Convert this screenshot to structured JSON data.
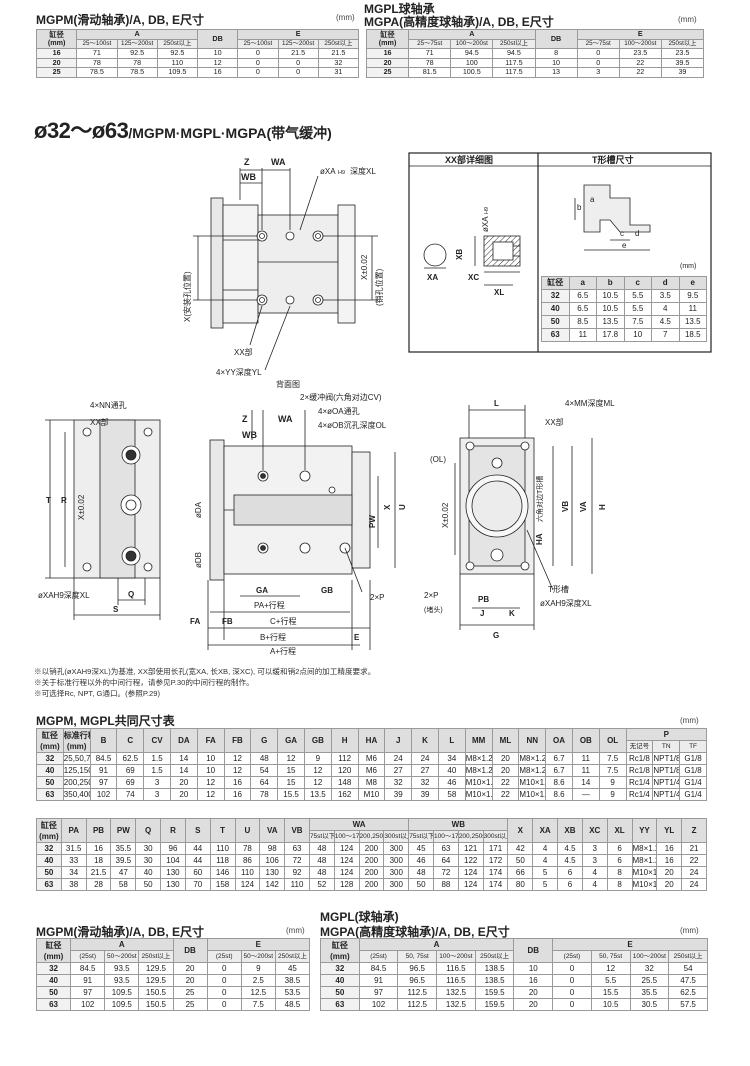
{
  "top_left": {
    "title": "MGPM(滑动轴承)/A, DB, E尺寸",
    "unit": "(mm)",
    "h1": [
      "缸径\n(mm)",
      "A",
      "DB",
      "E"
    ],
    "h2": [
      "25～100st",
      "125～200st",
      "250st以上",
      "25～100st",
      "125～200st",
      "250st以上"
    ],
    "rows": [
      [
        "16",
        "71",
        "92.5",
        "92.5",
        "10",
        "0",
        "21.5",
        "21.5"
      ],
      [
        "20",
        "78",
        "78",
        "110",
        "12",
        "0",
        "0",
        "32"
      ],
      [
        "25",
        "78.5",
        "78.5",
        "109.5",
        "16",
        "0",
        "0",
        "31"
      ]
    ]
  },
  "top_right": {
    "title1": "MGPL球轴承",
    "title2": "MGPA(高精度球轴承)/A, DB, E尺寸",
    "unit": "(mm)",
    "h1": [
      "缸径\n(mm)",
      "A",
      "DB",
      "E"
    ],
    "h2": [
      "25～75st",
      "100～200st",
      "250st以上",
      "25～75st",
      "100～200st",
      "250st以上"
    ],
    "rows": [
      [
        "16",
        "71",
        "94.5",
        "94.5",
        "8",
        "0",
        "23.5",
        "23.5"
      ],
      [
        "20",
        "78",
        "100",
        "117.5",
        "10",
        "0",
        "22",
        "39.5"
      ],
      [
        "25",
        "81.5",
        "100.5",
        "117.5",
        "13",
        "3",
        "22",
        "39"
      ]
    ]
  },
  "section": {
    "title": "ø32～ø63",
    "sub": "/MGPM·MGPL·MGPA(带气缓冲)"
  },
  "top_view": {
    "z": "Z",
    "wa": "WA",
    "wb": "WB",
    "xa": "øXA",
    "h9": "H9",
    "depth_xl": "深度XL",
    "left_v": "X(安装孔位置)",
    "right_v": "(销孔位置)",
    "x002": "X±0.02",
    "xx_part": "XX部",
    "yy": "4×YY深度YL",
    "back": "背面图"
  },
  "detail": {
    "xx_title": "XX部详细图",
    "t_title": "T形槽尺寸",
    "xa": "XA",
    "xb": "XB",
    "xc": "XC",
    "xl": "XL",
    "oxa": "øXA",
    "h9": "H9",
    "a": "a",
    "b": "b",
    "c": "c",
    "d": "d",
    "e": "e",
    "unit": "(mm)",
    "thead": [
      "缸径",
      "a",
      "b",
      "c",
      "d",
      "e"
    ],
    "rows": [
      [
        "32",
        "6.5",
        "10.5",
        "5.5",
        "3.5",
        "9.5"
      ],
      [
        "40",
        "6.5",
        "10.5",
        "5.5",
        "4",
        "11"
      ],
      [
        "50",
        "8.5",
        "13.5",
        "7.5",
        "4.5",
        "13.5"
      ],
      [
        "63",
        "11",
        "17.8",
        "10",
        "7",
        "18.5"
      ]
    ]
  },
  "views": {
    "nn": "4×NN通孔",
    "xx": "XX部",
    "t": "T",
    "r": "R",
    "xv": "X±0.02",
    "q": "Q",
    "s": "S",
    "oxa": "øXAH9深度XL",
    "cv": "2×缓冲阀(六角对边CV)",
    "oa": "4×øOA通孔",
    "ob": "4×øOB沉孔深度OL",
    "z": "Z",
    "wa": "WA",
    "wb": "WB",
    "oda": "øDA",
    "odb": "øDB",
    "pw": "PW",
    "xs": "X",
    "us": "U",
    "ga": "GA",
    "gb": "GB",
    "p": "2×P",
    "pa": "PA+行程",
    "c": "C+行程",
    "b": "B+行程",
    "a": "A+行程",
    "fa": "FA",
    "fb": "FB",
    "e": "E",
    "l": "L",
    "mm": "4×MM深度ML",
    "ol": "(OL)",
    "vb": "VB",
    "vaa": "VA",
    "h": "H",
    "ha": "HA",
    "tslot": "六角对边T形槽",
    "p2": "2×P",
    "plug": "(堵头)",
    "pb": "PB",
    "j": "J",
    "k": "K",
    "g": "G",
    "tform": "T形槽",
    "oxa2": "øXAH9深度XL"
  },
  "notes": [
    "※以销孔(øXAH9深XL)为基准, XX部使用长孔(宽XA, 长XB, 深XC), 可以缓和销2点间的加工精度要求。",
    "※关于标准行程以外的中间行程，请参见P.30的中间行程的制作。",
    "※可选择Rc, NPT, G通口。(参照P.29)"
  ],
  "common": {
    "title": "MGPM, MGPL共同尺寸表",
    "unit": "(mm)",
    "h1": [
      "缸径\n(mm)",
      "标准行程\n(mm)",
      "B",
      "C",
      "CV",
      "DA",
      "FA",
      "FB",
      "G",
      "GA",
      "GB",
      "H",
      "HA",
      "J",
      "K",
      "L",
      "MM",
      "ML",
      "NN",
      "OA",
      "OB",
      "OL",
      "P"
    ],
    "ph": [
      "无记号",
      "TN",
      "TF"
    ],
    "stroke": [
      "25,50,75,100",
      "125,150,175",
      "200,250,300",
      "350,400"
    ],
    "rows": [
      [
        "32",
        "84.5",
        "62.5",
        "1.5",
        "14",
        "10",
        "12",
        "48",
        "12",
        "9",
        "112",
        "M6",
        "24",
        "24",
        "34",
        "M8×1.25",
        "20",
        "M8×1.25",
        "6.7",
        "11",
        "7.5",
        "Rc1/8",
        "NPT1/8",
        "G1/8"
      ],
      [
        "40",
        "91",
        "69",
        "1.5",
        "14",
        "10",
        "12",
        "54",
        "15",
        "12",
        "120",
        "M6",
        "27",
        "27",
        "40",
        "M8×1.25",
        "20",
        "M8×1.25",
        "6.7",
        "11",
        "7.5",
        "Rc1/8",
        "NPT1/8",
        "G1/8"
      ],
      [
        "50",
        "97",
        "69",
        "3",
        "20",
        "12",
        "16",
        "64",
        "15",
        "12",
        "148",
        "M8",
        "32",
        "32",
        "46",
        "M10×1.5",
        "22",
        "M10×1.5",
        "8.6",
        "14",
        "9",
        "Rc1/4",
        "NPT1/4",
        "G1/4"
      ],
      [
        "63",
        "102",
        "74",
        "3",
        "20",
        "12",
        "16",
        "78",
        "15.5",
        "13.5",
        "162",
        "M10",
        "39",
        "39",
        "58",
        "M10×1.5",
        "22",
        "M10×1.5",
        "8.6",
        "—",
        "9",
        "Rc1/4",
        "NPT1/4",
        "G1/4"
      ]
    ],
    "h3": [
      "缸径\n(mm)",
      "PA",
      "PB",
      "PW",
      "Q",
      "R",
      "S",
      "T",
      "U",
      "VA",
      "VB",
      "WA",
      "WB",
      "X",
      "XA",
      "XB",
      "XC",
      "XL",
      "YY",
      "YL",
      "Z"
    ],
    "wa_sub": [
      "75st以下",
      "100～175st",
      "200,250st",
      "300st以上"
    ],
    "wb_sub": [
      "75st以下",
      "100～175st",
      "200,250st",
      "300st以上"
    ],
    "rows2": [
      [
        "32",
        "31.5",
        "16",
        "35.5",
        "30",
        "96",
        "44",
        "110",
        "78",
        "98",
        "63",
        "48",
        "124",
        "200",
        "300",
        "45",
        "63",
        "121",
        "171",
        "42",
        "4",
        "4.5",
        "3",
        "6",
        "M8×1.25",
        "16",
        "21"
      ],
      [
        "40",
        "33",
        "18",
        "39.5",
        "30",
        "104",
        "44",
        "118",
        "86",
        "106",
        "72",
        "48",
        "124",
        "200",
        "300",
        "46",
        "64",
        "122",
        "172",
        "50",
        "4",
        "4.5",
        "3",
        "6",
        "M8×1.25",
        "16",
        "22"
      ],
      [
        "50",
        "34",
        "21.5",
        "47",
        "40",
        "130",
        "60",
        "146",
        "110",
        "130",
        "92",
        "48",
        "124",
        "200",
        "300",
        "48",
        "72",
        "124",
        "174",
        "66",
        "5",
        "6",
        "4",
        "8",
        "M10×1.5",
        "20",
        "24"
      ],
      [
        "63",
        "38",
        "28",
        "58",
        "50",
        "130",
        "70",
        "158",
        "124",
        "142",
        "110",
        "52",
        "128",
        "200",
        "300",
        "50",
        "88",
        "124",
        "174",
        "80",
        "5",
        "6",
        "4",
        "8",
        "M10×1.5",
        "20",
        "24"
      ]
    ]
  },
  "bot_left": {
    "title": "MGPM(滑动轴承)/A, DB, E尺寸",
    "unit": "(mm)",
    "h1": [
      "缸径\n(mm)",
      "A",
      "DB",
      "E"
    ],
    "h2": [
      "(25st)",
      "50～200st",
      "250st以上",
      "(25st)",
      "50～200st",
      "250st以上"
    ],
    "rows": [
      [
        "32",
        "84.5",
        "93.5",
        "129.5",
        "20",
        "0",
        "9",
        "45"
      ],
      [
        "40",
        "91",
        "93.5",
        "129.5",
        "20",
        "0",
        "2.5",
        "38.5"
      ],
      [
        "50",
        "97",
        "109.5",
        "150.5",
        "25",
        "0",
        "12.5",
        "53.5"
      ],
      [
        "63",
        "102",
        "109.5",
        "150.5",
        "25",
        "0",
        "7.5",
        "48.5"
      ]
    ]
  },
  "bot_right": {
    "title1": "MGPL(球轴承)",
    "title2": "MGPA(高精度球轴承)/A, DB, E尺寸",
    "unit": "(mm)",
    "h1": [
      "缸径\n(mm)",
      "A",
      "DB",
      "E"
    ],
    "h2": [
      "(25st)",
      "50, 75st",
      "100～200st",
      "250st以上",
      "(25st)",
      "50, 75st",
      "100～200st",
      "250st以上"
    ],
    "rows": [
      [
        "32",
        "84.5",
        "96.5",
        "116.5",
        "138.5",
        "10",
        "0",
        "12",
        "32",
        "54"
      ],
      [
        "40",
        "91",
        "96.5",
        "116.5",
        "138.5",
        "16",
        "0",
        "5.5",
        "25.5",
        "47.5"
      ],
      [
        "50",
        "97",
        "112.5",
        "132.5",
        "159.5",
        "20",
        "0",
        "15.5",
        "35.5",
        "62.5"
      ],
      [
        "63",
        "102",
        "112.5",
        "132.5",
        "159.5",
        "20",
        "0",
        "10.5",
        "30.5",
        "57.5"
      ]
    ]
  }
}
